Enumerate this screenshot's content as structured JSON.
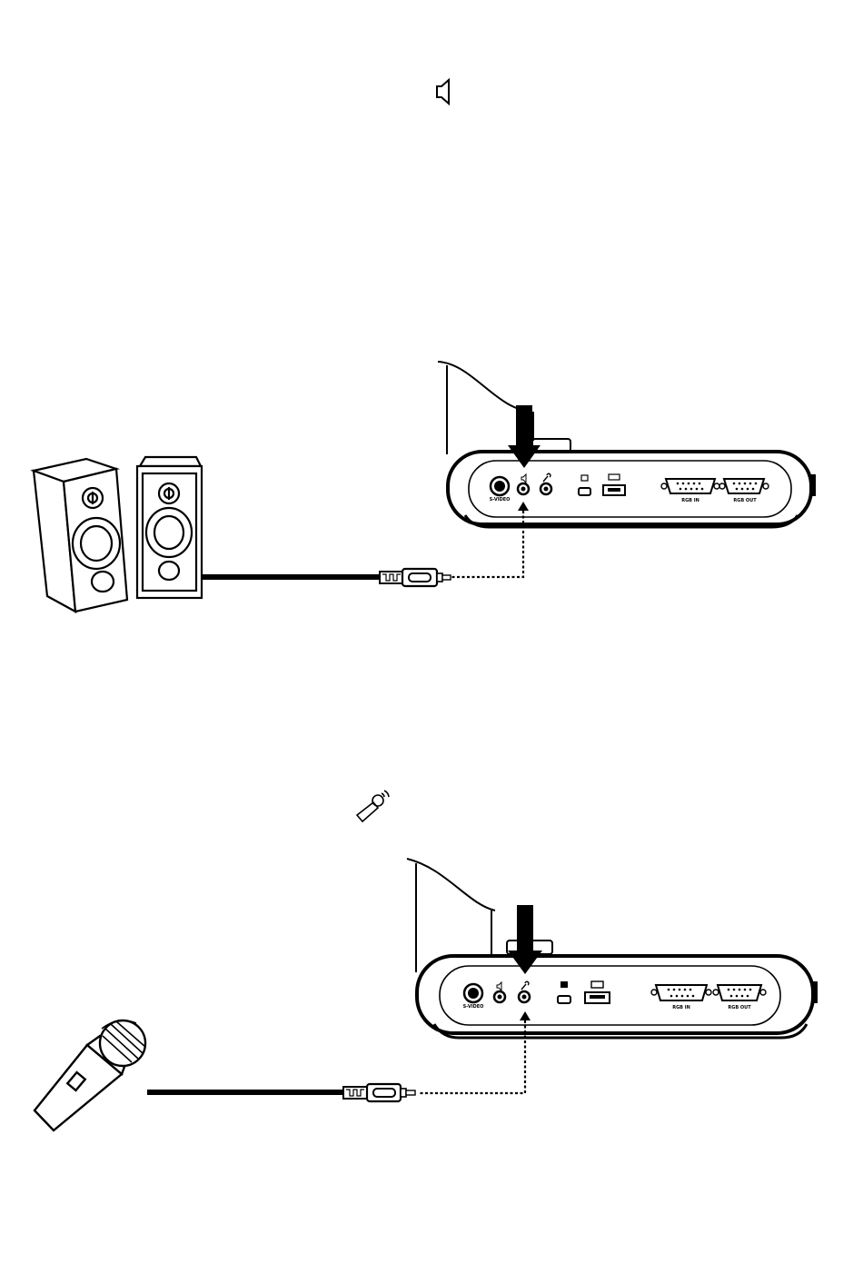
{
  "section_speaker": {
    "heading_icon": "speaker-icon",
    "panel_labels": {
      "svideo": "S-VIDEO",
      "rgb_in": "RGB IN",
      "rgb_out": "RGB OUT"
    }
  },
  "section_microphone": {
    "heading_icon": "microphone-icon",
    "panel_labels": {
      "svideo": "S-VIDEO",
      "rgb_in": "RGB IN",
      "rgb_out": "RGB OUT"
    }
  },
  "colors": {
    "line": "#000000",
    "background": "#ffffff"
  }
}
